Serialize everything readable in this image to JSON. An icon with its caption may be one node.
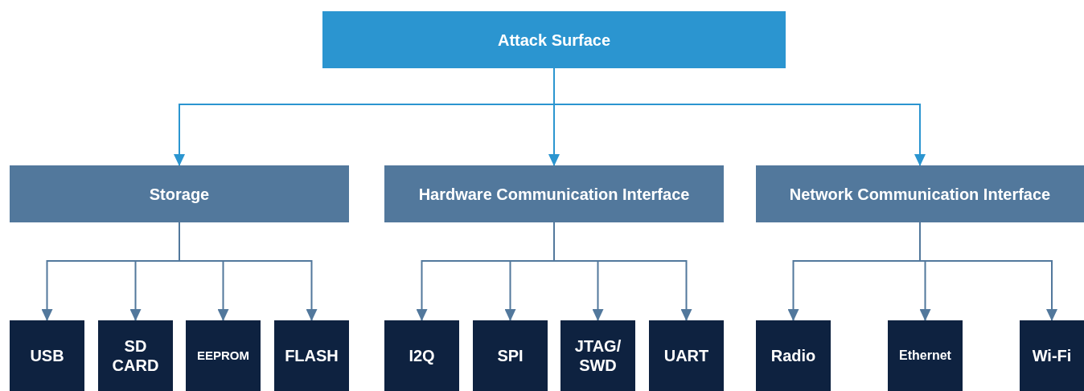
{
  "diagram": {
    "nodes": [
      {
        "text": [
          "Attack Surface"
        ]
      },
      {
        "text": [
          "Storage"
        ]
      },
      {
        "text": [
          "Hardware Communication Interface"
        ]
      },
      {
        "text": [
          "Network Communication Interface"
        ]
      },
      {
        "text": [
          "USB"
        ]
      },
      {
        "text": [
          "SD CARD"
        ]
      },
      {
        "text": [
          "EEPROM"
        ]
      },
      {
        "text": [
          "FLASH"
        ]
      },
      {
        "text": [
          "I2Q"
        ]
      },
      {
        "text": [
          "SPI"
        ]
      },
      {
        "text": [
          "JTAG/SWD"
        ]
      },
      {
        "text": [
          "UART"
        ]
      },
      {
        "text": [
          "Radio"
        ]
      },
      {
        "text": [
          "Ethernet"
        ]
      },
      {
        "text": [
          "Wi-Fi"
        ]
      }
    ],
    "edges": [
      {
        "from": 0,
        "to": 1,
        "arrow": "to",
        "color": "#2b95d0"
      },
      {
        "from": 0,
        "to": 2,
        "arrow": "to",
        "color": "#2b95d0"
      },
      {
        "from": 0,
        "to": 3,
        "arrow": "to",
        "color": "#2b95d0"
      },
      {
        "from": 1,
        "to": 4,
        "arrow": "to"
      },
      {
        "from": 1,
        "to": 5,
        "arrow": "to"
      },
      {
        "from": 1,
        "to": 6,
        "arrow": "to"
      },
      {
        "from": 1,
        "to": 7,
        "arrow": "to"
      },
      {
        "from": 2,
        "to": 8,
        "arrow": "to"
      },
      {
        "from": 2,
        "to": 9,
        "arrow": "to"
      },
      {
        "from": 2,
        "to": 10,
        "arrow": "to"
      },
      {
        "from": 2,
        "to": 11,
        "arrow": "to"
      },
      {
        "from": 3,
        "to": 12,
        "arrow": "to"
      },
      {
        "from": 3,
        "to": 13,
        "arrow": "to"
      },
      {
        "from": 3,
        "to": 14,
        "arrow": "to"
      }
    ]
  }
}
